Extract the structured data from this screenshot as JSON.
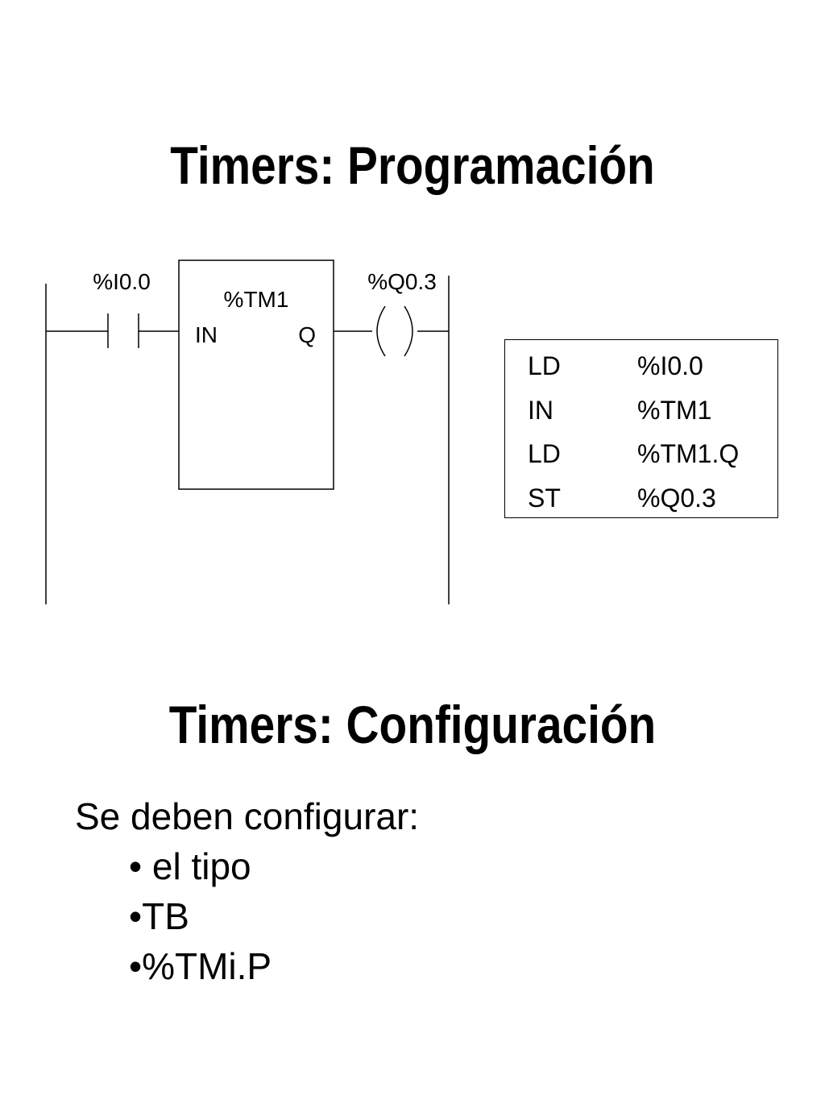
{
  "titles": {
    "programming": "Timers: Programación",
    "configuration": "Timers: Configuración"
  },
  "ladder": {
    "contact_label": "%I0.0",
    "timer_name": "%TM1",
    "timer_input": "IN",
    "timer_output": "Q",
    "coil_label": "%Q0.3"
  },
  "instruction_list": [
    {
      "op": "LD",
      "operand": "%I0.0"
    },
    {
      "op": "IN",
      "operand": "%TM1"
    },
    {
      "op": "LD",
      "operand": "%TM1.Q"
    },
    {
      "op": "ST",
      "operand": "%Q0.3"
    }
  ],
  "configuration": {
    "intro": "Se deben configurar:",
    "items": [
      "• el tipo",
      "•TB",
      "•%TMi.P"
    ]
  }
}
